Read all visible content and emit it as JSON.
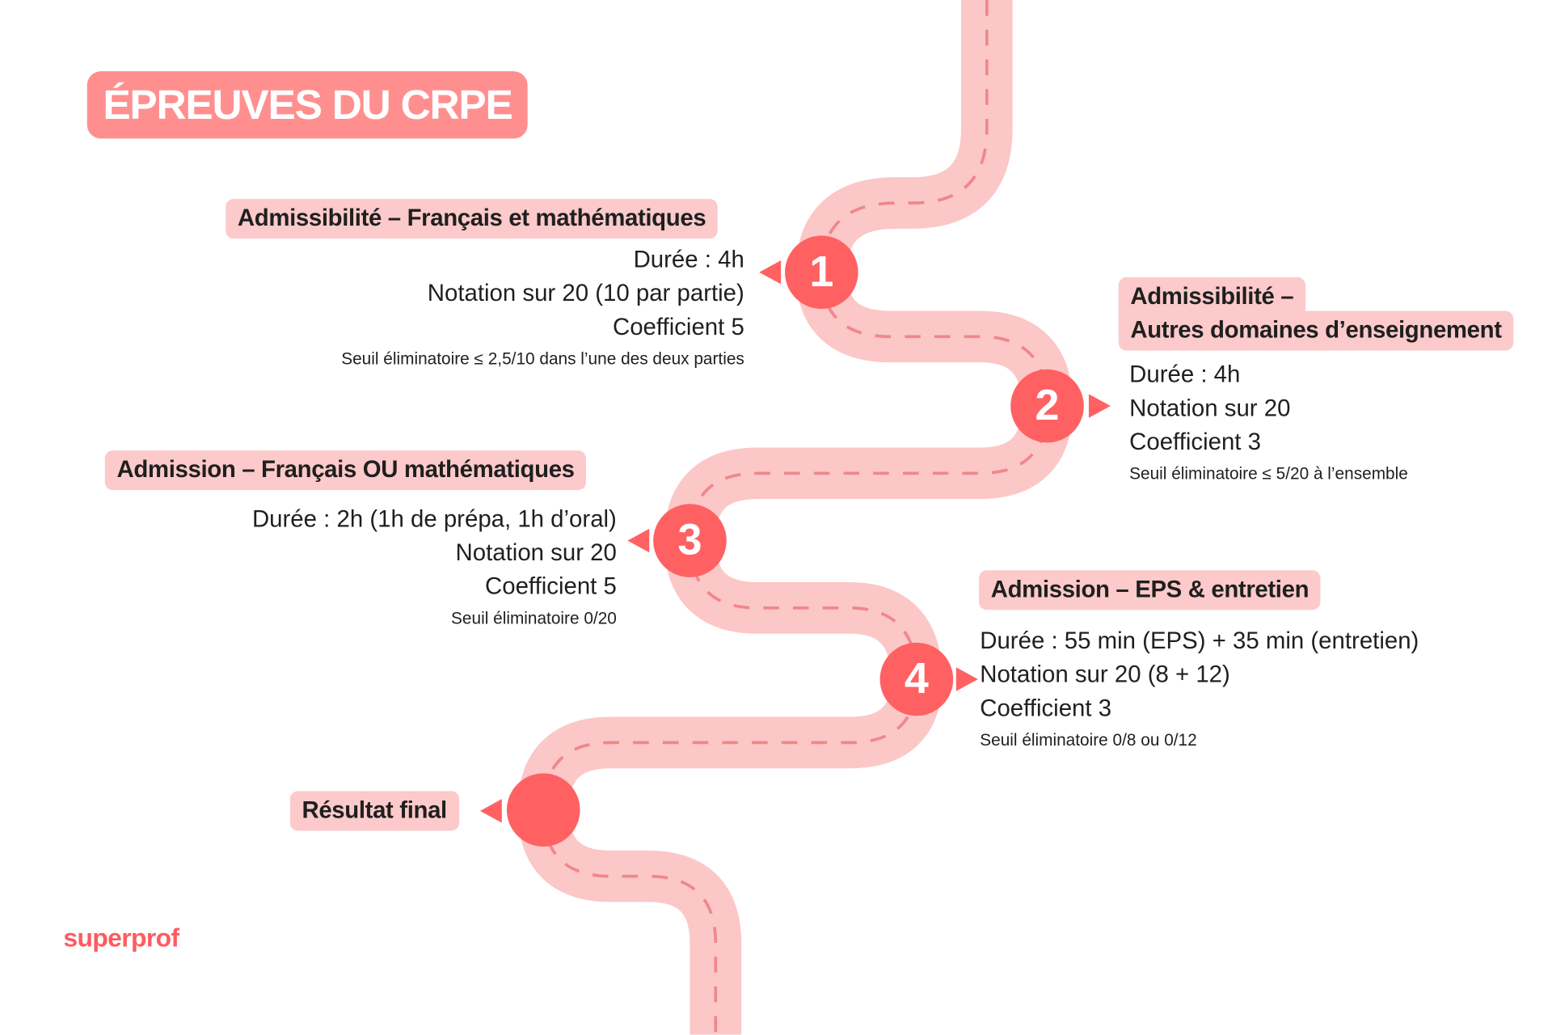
{
  "title": "ÉPREUVES DU CRPE",
  "colors": {
    "road": "#fcc7c7",
    "accent": "#ff6163",
    "tag_bg": "#fccaca",
    "title_bg": "#ff8f8f"
  },
  "steps": [
    {
      "number": "1",
      "title": "Admissibilité – Français et mathématiques",
      "lines": [
        "Durée : 4h",
        "Notation sur 20 (10 par partie)",
        "Coefficient 5"
      ],
      "threshold": "Seuil éliminatoire ≤ 2,5/10 dans l’une des deux parties"
    },
    {
      "number": "2",
      "title_line1": "Admissibilité –",
      "title_line2": "Autres domaines d’enseignement",
      "lines": [
        "Durée : 4h",
        "Notation sur 20",
        "Coefficient 3"
      ],
      "threshold": "Seuil éliminatoire ≤ 5/20 à l’ensemble"
    },
    {
      "number": "3",
      "title": "Admission – Français OU mathématiques",
      "lines": [
        "Durée : 2h (1h de prépa, 1h d’oral)",
        "Notation sur 20",
        "Coefficient 5"
      ],
      "threshold": "Seuil éliminatoire 0/20"
    },
    {
      "number": "4",
      "title": "Admission – EPS & entretien",
      "lines": [
        "Durée : 55 min (EPS) + 35 min (entretien)",
        "Notation sur 20 (8 + 12)",
        "Coefficient 3"
      ],
      "threshold": "Seuil éliminatoire 0/8 ou 0/12"
    }
  ],
  "final": {
    "title": "Résultat final"
  },
  "brand": "superprof"
}
